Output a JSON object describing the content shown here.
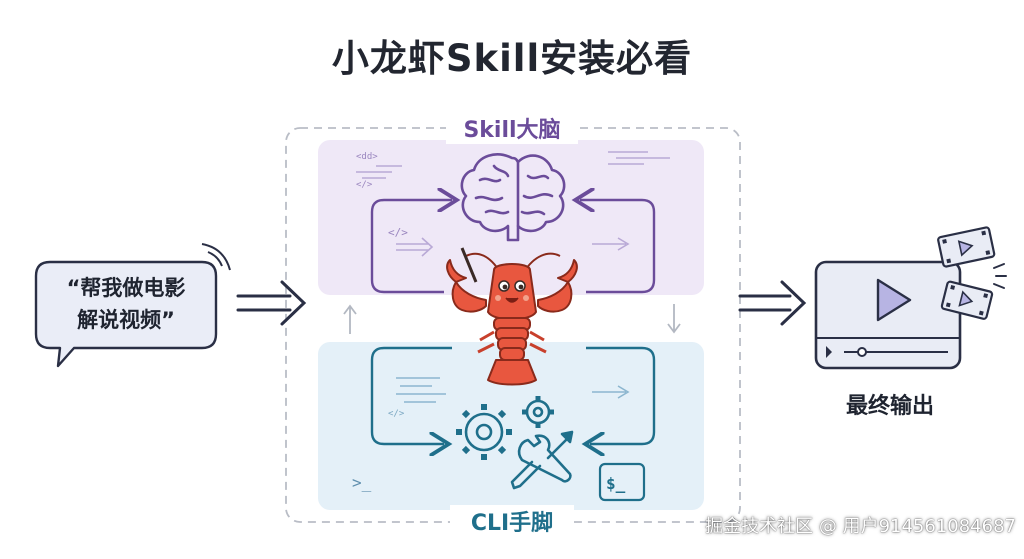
{
  "title": "小龙虾Skill安装必看",
  "request_bubble": {
    "line1": "“帮我做电影",
    "line2": "解说视频”"
  },
  "brain_panel": {
    "label": "Skill大脑",
    "code_snippets": [
      "<dd>",
      "</>",
      "</>"
    ]
  },
  "cli_panel": {
    "label": "CLI手脚",
    "prompt_symbol": ">_",
    "terminal_icon_text": "$_",
    "code_snippet": "</>"
  },
  "output": {
    "label": "最终输出"
  },
  "watermark": "掘金技术社区 @ 用户914561084687",
  "colors": {
    "brain_panel": "#efe8f7",
    "brain_stroke": "#6b4c9a",
    "cli_panel": "#e4f0f8",
    "cli_stroke": "#1f6f8b",
    "bubble_fill": "#eaedf7",
    "bubble_stroke": "#2a2f45",
    "lobster": "#e8573f",
    "screen_fill": "#e9ecf5",
    "play_fill": "#b7b4e3"
  }
}
